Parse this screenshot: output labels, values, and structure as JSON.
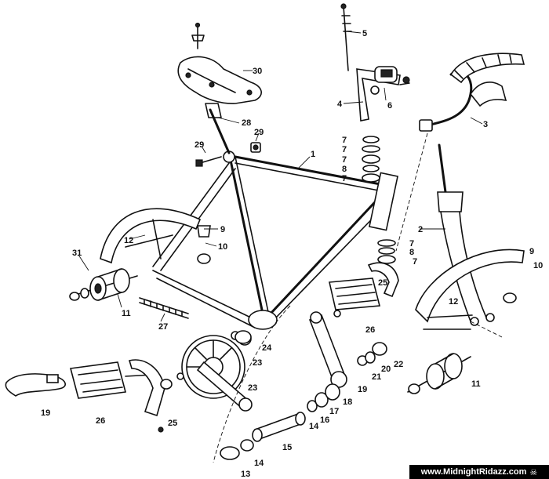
{
  "callouts": [
    "1",
    "2",
    "3",
    "4",
    "5",
    "6",
    "7",
    "7",
    "7",
    "8",
    "7",
    "7",
    "8",
    "7",
    "9",
    "10",
    "9",
    "10",
    "11",
    "11",
    "12",
    "12",
    "13",
    "14",
    "14",
    "15",
    "16",
    "17",
    "18",
    "19",
    "19",
    "20",
    "21",
    "22",
    "23",
    "23",
    "24",
    "25",
    "25",
    "26",
    "26",
    "27",
    "28",
    "29",
    "29",
    "30",
    "31"
  ],
  "watermark": "www.MidnightRidazz.com",
  "watermark_icon": "skull-icon"
}
